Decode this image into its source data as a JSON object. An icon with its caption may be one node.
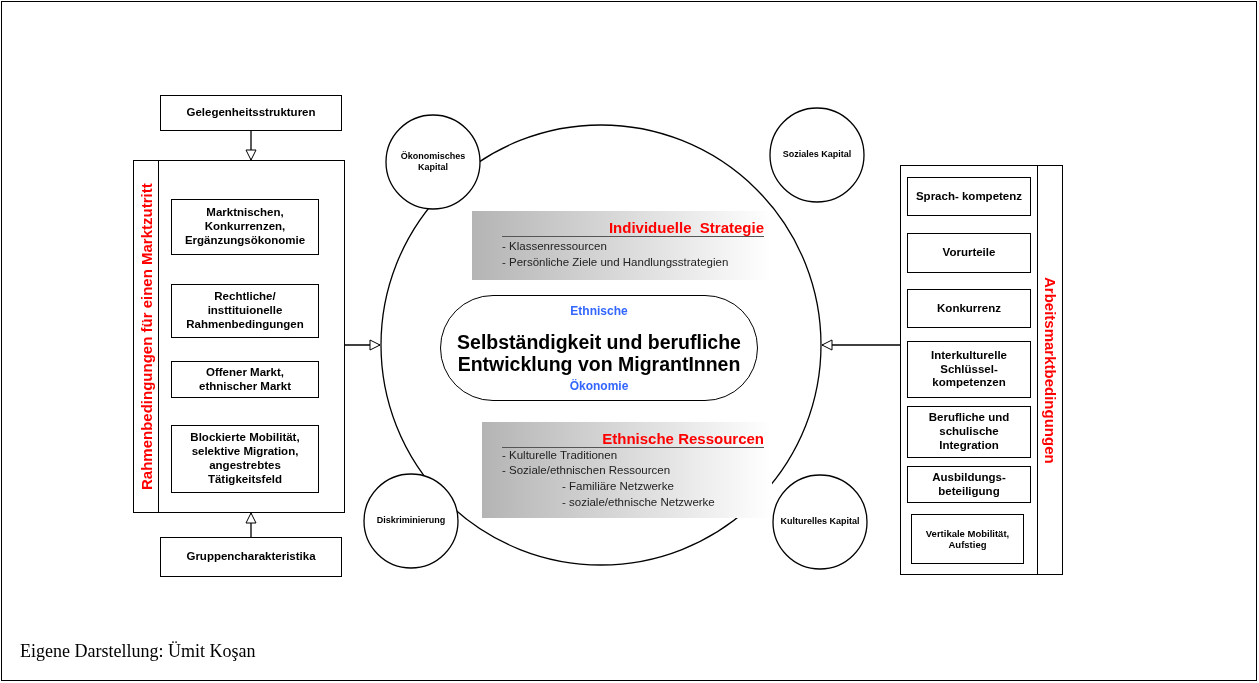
{
  "diagram": {
    "caption": "Eigene Darstellung: Ümit Koşan",
    "nodes": [
      {
        "text": [
          "Gelegenheitsstrukturen"
        ]
      },
      {
        "text": [
          "Rahmenbedingungen für einen Marktzutritt"
        ]
      },
      {
        "text": [
          "Marktnischen, Konkurrenzen, Ergänzungsökonomie"
        ],
        "in": 1
      },
      {
        "text": [
          "Rechtliche/ insttituionelle Rahmenbedingungen"
        ],
        "in": 1
      },
      {
        "text": [
          "Offener Markt, ethnischer Markt"
        ],
        "in": 1
      },
      {
        "text": [
          "Blockierte Mobilität, selektive Migration, angestrebtes Tätigkeitsfeld"
        ],
        "in": 1
      },
      {
        "text": [
          "Gruppencharakteristika"
        ]
      },
      {
        "text": [],
        "shape": "circle"
      },
      {
        "text": [
          "Ökonomisches Kapital"
        ]
      },
      {
        "text": [
          "Soziales Kapital"
        ]
      },
      {
        "text": [
          "Individuelle  Strategie",
          "- Klassenressourcen",
          "- Persönliche Ziele und Handlungsstrategien"
        ],
        "in": 7
      },
      {
        "text": [
          "Ethnische",
          "Selbständigkeit und berufliche Entwicklung von MigrantInnen",
          "Ökonomie"
        ],
        "in": 7
      },
      {
        "text": [
          "Ethnische Ressourcen",
          "- Kulturelle Traditionen",
          "- Soziale/ethnischen Ressourcen",
          "- Familiäre Netzwerke",
          "- soziale/ethnische Netzwerke"
        ],
        "in": 7
      },
      {
        "text": [
          "Diskriminierung"
        ]
      },
      {
        "text": [
          "Kulturelles Kapital"
        ]
      },
      {
        "text": [
          "Arbeitsmarktbedingungen"
        ]
      },
      {
        "text": [
          "Sprach- kompetenz"
        ],
        "in": 15
      },
      {
        "text": [
          "Vorurteile"
        ],
        "in": 15
      },
      {
        "text": [
          "Konkurrenz"
        ],
        "in": 15
      },
      {
        "text": [
          "Interkulturelle Schlüssel- kompetenzen"
        ],
        "in": 15
      },
      {
        "text": [
          "Berufliche und schulische Integration"
        ],
        "in": 15
      },
      {
        "text": [
          "Ausbildungs- beteiligung"
        ],
        "in": 15
      },
      {
        "text": [
          "Vertikale Mobilität, Aufstieg"
        ],
        "in": 15
      }
    ],
    "edges": [
      {
        "from": 0,
        "to": 1,
        "arrow": "to"
      },
      {
        "from": 6,
        "to": 1,
        "arrow": "to"
      },
      {
        "from": 1,
        "to": 7,
        "arrow": "to"
      },
      {
        "from": 15,
        "to": 7,
        "arrow": "to"
      }
    ]
  }
}
